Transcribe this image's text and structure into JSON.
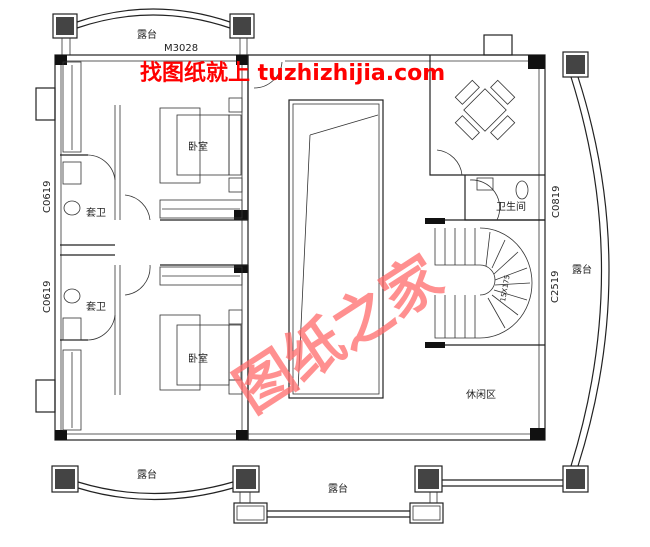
{
  "plan": {
    "rooms": {
      "terrace_top": "露台",
      "door_top": "M3028",
      "bedroom_1": "卧室",
      "ensuite_1": "套卫",
      "window_left_1": "C0619",
      "ensuite_2": "套卫",
      "window_left_2": "C0619",
      "bedroom_2": "卧室",
      "bathroom": "卫生间",
      "window_right_1": "C0819",
      "terrace_right": "露台",
      "window_right_2": "C2519",
      "lounge": "休闲区",
      "terrace_bottom_left": "露台",
      "terrace_bottom": "露台",
      "stair_note": "15X175"
    },
    "watermark": {
      "top": "找图纸就上 tuzhizhijia.com",
      "diagonal": "图纸之家",
      "color": "#ff0000"
    }
  }
}
